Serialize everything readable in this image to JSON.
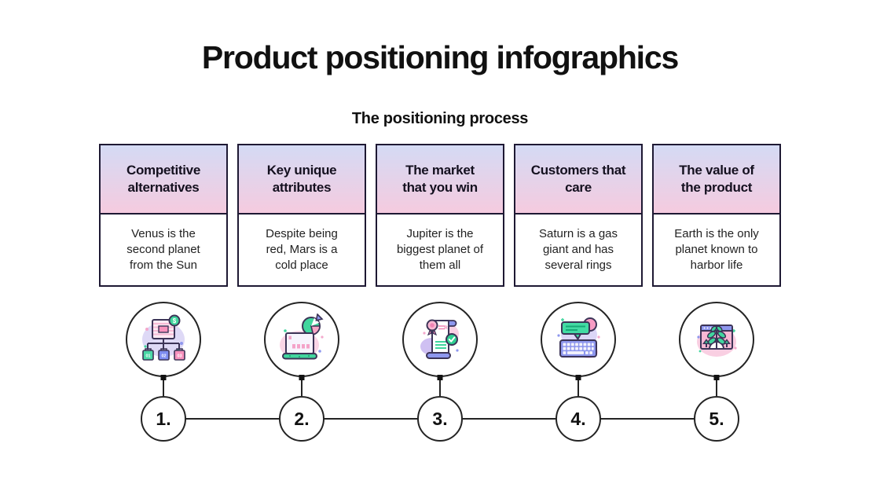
{
  "slide": {
    "title": "Product positioning infographics",
    "subtitle": "The positioning process"
  },
  "steps": [
    {
      "number": "1.",
      "title": "Competitive\nalternatives",
      "body": "Venus is the\nsecond planet\nfrom the Sun",
      "icon": "product-hierarchy-icon"
    },
    {
      "number": "2.",
      "title": "Key unique\nattributes",
      "body": "Despite being\nred, Mars is a\ncold place",
      "icon": "pie-chart-laptop-icon"
    },
    {
      "number": "3.",
      "title": "The market\nthat you win",
      "body": "Jupiter is the\nbiggest planet of\nthem all",
      "icon": "certificate-icon"
    },
    {
      "number": "4.",
      "title": "Customers that\ncare",
      "body": "Saturn is a gas\ngiant and has\nseveral rings",
      "icon": "keyboard-chat-icon"
    },
    {
      "number": "5.",
      "title": "The value of\nthe product",
      "body": "Earth is the only\nplanet known to\nharbor life",
      "icon": "growth-window-icon"
    }
  ],
  "colors": {
    "header_gradient_top": "#d4daf4",
    "header_gradient_bottom": "#f5cbdf",
    "card_border": "#1e1933",
    "line_color": "#242424",
    "title_color": "#111111",
    "body_text": "#222222",
    "accent_green": "#41d69e",
    "accent_pink": "#f590bf",
    "accent_purple": "#8e97ee",
    "accent_lavender": "#ded9f6"
  }
}
